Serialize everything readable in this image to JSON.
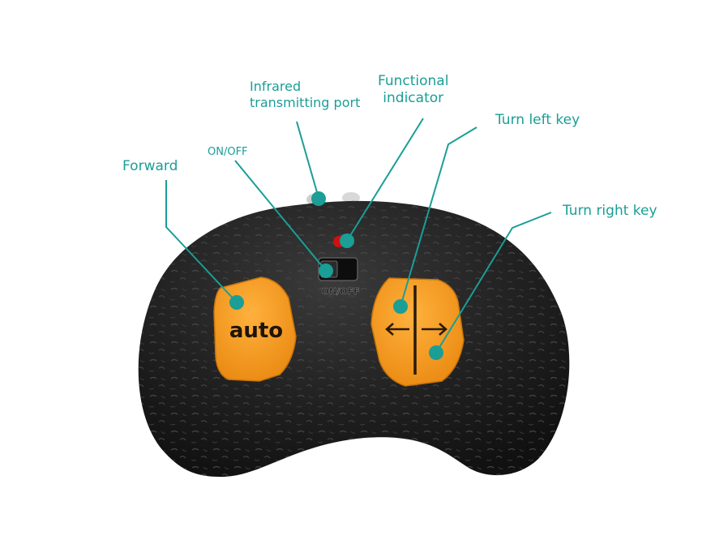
{
  "labels": {
    "forward": "Forward",
    "on_off": "ON/OFF",
    "infrared_line1": "Infrared",
    "infrared_line2": "transmitting port",
    "functional_line1": "Functional",
    "functional_line2": "indicator",
    "turn_left": "Turn left key",
    "turn_right": "Turn right key"
  },
  "device": {
    "auto_button_text": "auto",
    "switch_text": "ON/OFF"
  },
  "colors": {
    "accent": "#1a9e96",
    "body": "#1e1e1e",
    "button": "#f59a1f",
    "indicator": "#d01010"
  }
}
